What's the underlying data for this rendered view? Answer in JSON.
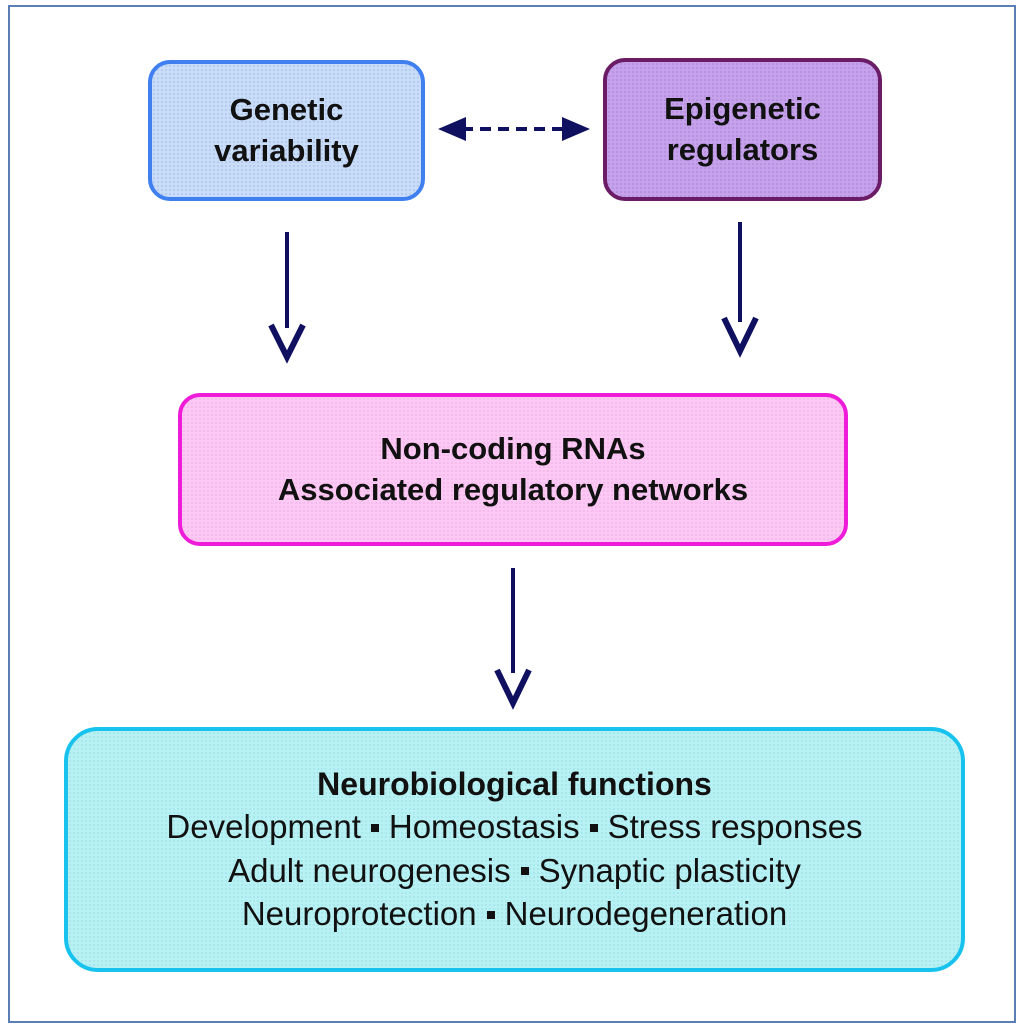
{
  "nodes": {
    "genetic": {
      "line1": "Genetic",
      "line2": "variability"
    },
    "epigenetic": {
      "line1": "Epigenetic",
      "line2": "regulators"
    },
    "ncrna": {
      "line1": "Non-coding RNAs",
      "line2": "Associated regulatory networks"
    },
    "neuro": {
      "heading": "Neurobiological functions",
      "rows": [
        [
          "Development",
          "Homeostasis",
          "Stress responses"
        ],
        [
          "Adult neurogenesis",
          "Synaptic plasticity"
        ],
        [
          "Neuroprotection",
          "Neurodegeneration"
        ]
      ]
    }
  },
  "colors": {
    "arrow": "#101060",
    "genetic_border": "#3f7ff0",
    "genetic_fill": "#c9dcf8",
    "epigenetic_border": "#6a1d66",
    "epigenetic_fill": "#c7a2ec",
    "ncrna_border": "#ee1cd8",
    "ncrna_fill": "#fcc9f4",
    "neuro_border": "#17c3ee",
    "neuro_fill": "#b8f1f3",
    "frame_border": "#5b7fb5"
  }
}
